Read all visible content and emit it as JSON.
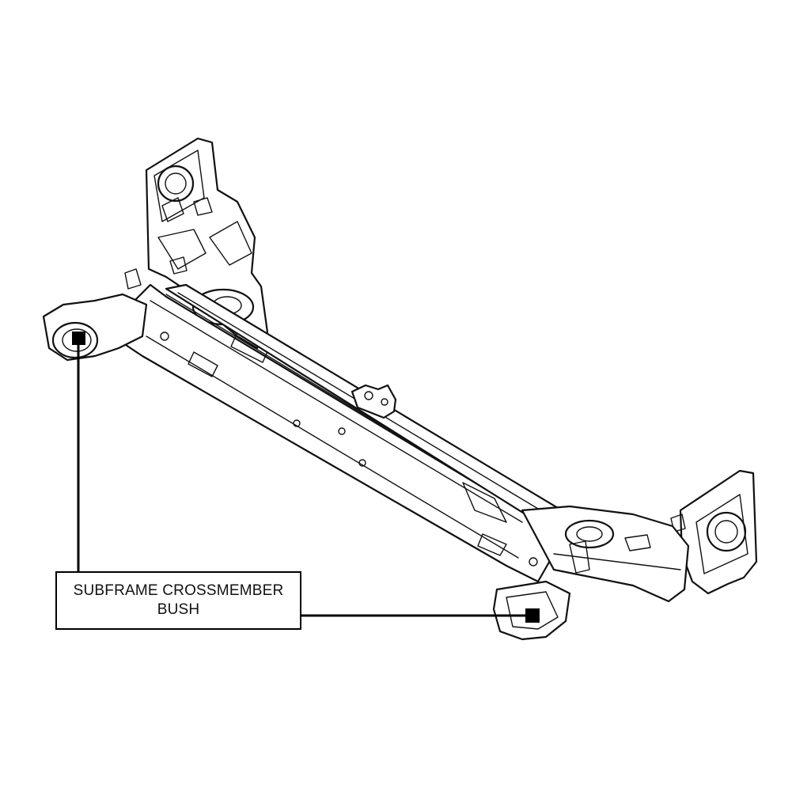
{
  "diagram": {
    "subject": "subframe-crossmember",
    "colors": {
      "ink": "#111111",
      "background": "#ffffff",
      "marker": "#000000"
    },
    "callout": {
      "line1": "SUBFRAME CROSSMEMBER",
      "line2": "BUSH"
    },
    "markers": [
      "left-bush-marker",
      "right-bush-marker"
    ]
  }
}
